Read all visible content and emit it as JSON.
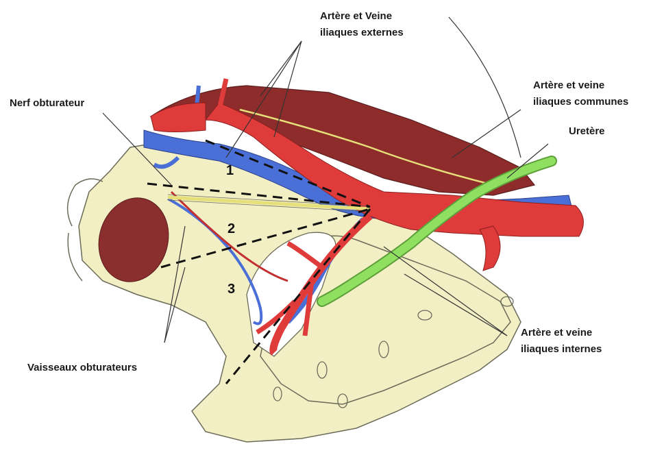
{
  "labels": {
    "ext_line1": "Artère et Veine",
    "ext_line2": "iliaques externes",
    "comm_line1": "Artère et veine",
    "comm_line2": "iliaques communes",
    "ureter": "Uretère",
    "nerve": "Nerf obturateur",
    "vessels": "Vaisseaux obturateurs",
    "int_line1": "Artère et veine",
    "int_line2": "iliaques internes"
  },
  "zones": {
    "z1": "1",
    "z2": "2",
    "z3": "3"
  },
  "colors": {
    "bone": "#f3efc4",
    "muscle": "#8e2b2b",
    "artery": "#e03b3b",
    "vein": "#4a6fd6",
    "ureter": "#8fe060",
    "nerve": "#e6e07a"
  }
}
